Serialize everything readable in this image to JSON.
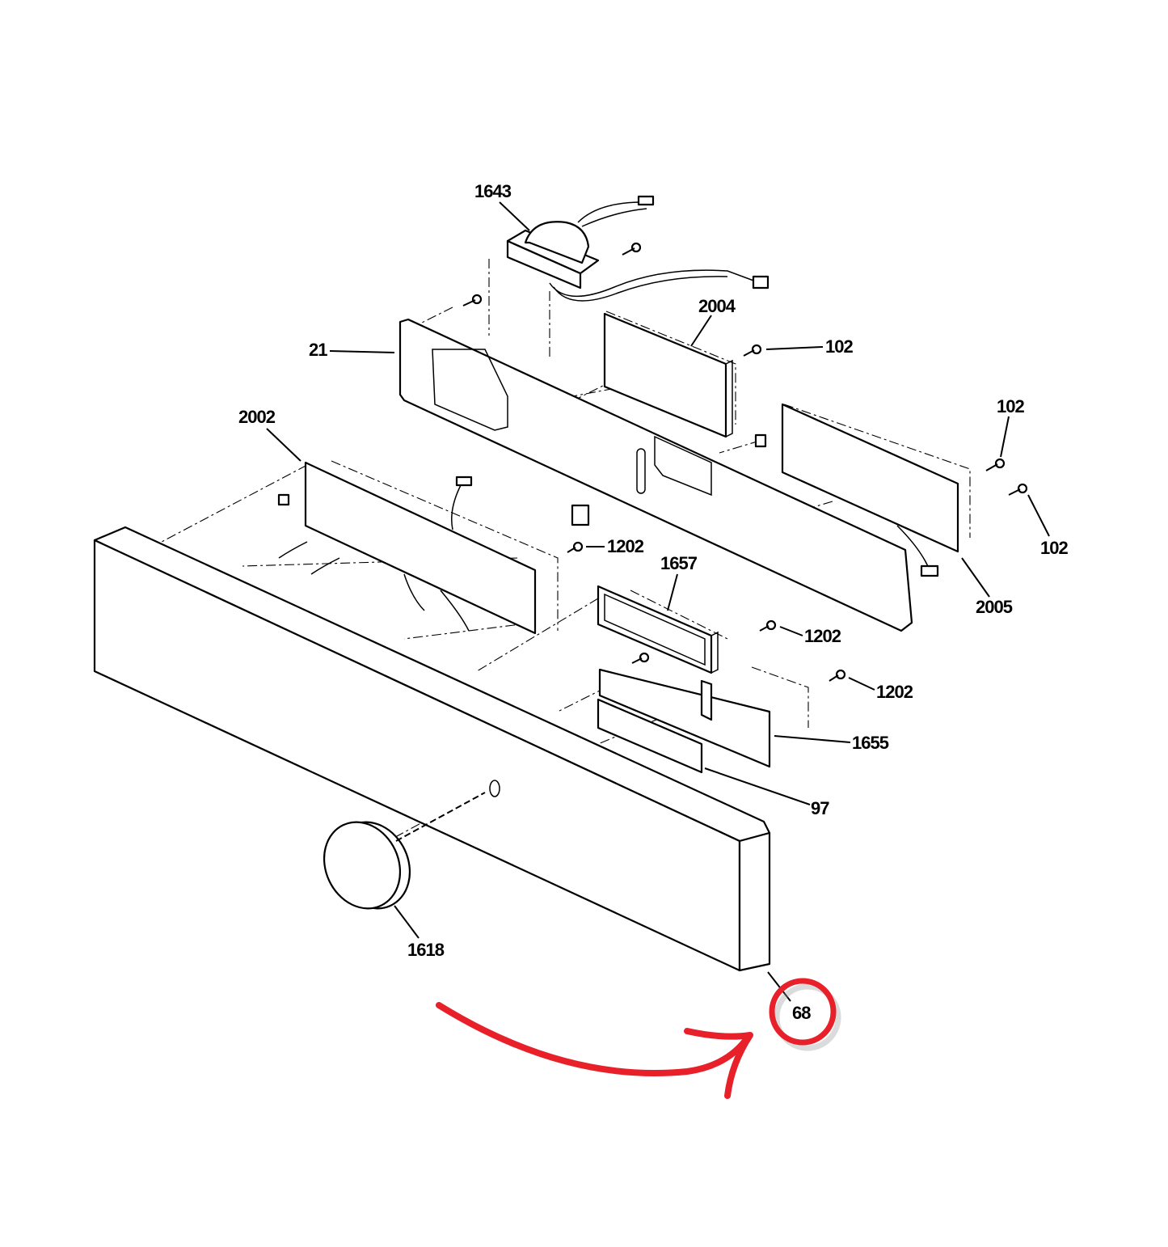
{
  "diagram": {
    "labels": {
      "transformer": "1643",
      "board_2004": "2004",
      "screw_102_a": "102",
      "panel_21": "21",
      "board_2002": "2002",
      "screw_102_b": "102",
      "screw_102_c": "102",
      "screw_1202_a": "1202",
      "display_1657": "1657",
      "board_2005": "2005",
      "screw_1202_b": "1202",
      "screw_1202_c": "1202",
      "board_1655": "1655",
      "lens_97": "97",
      "knob_1618": "1618",
      "console_68": "68"
    },
    "highlight": {
      "part": "68",
      "color": "#e8202a"
    }
  }
}
